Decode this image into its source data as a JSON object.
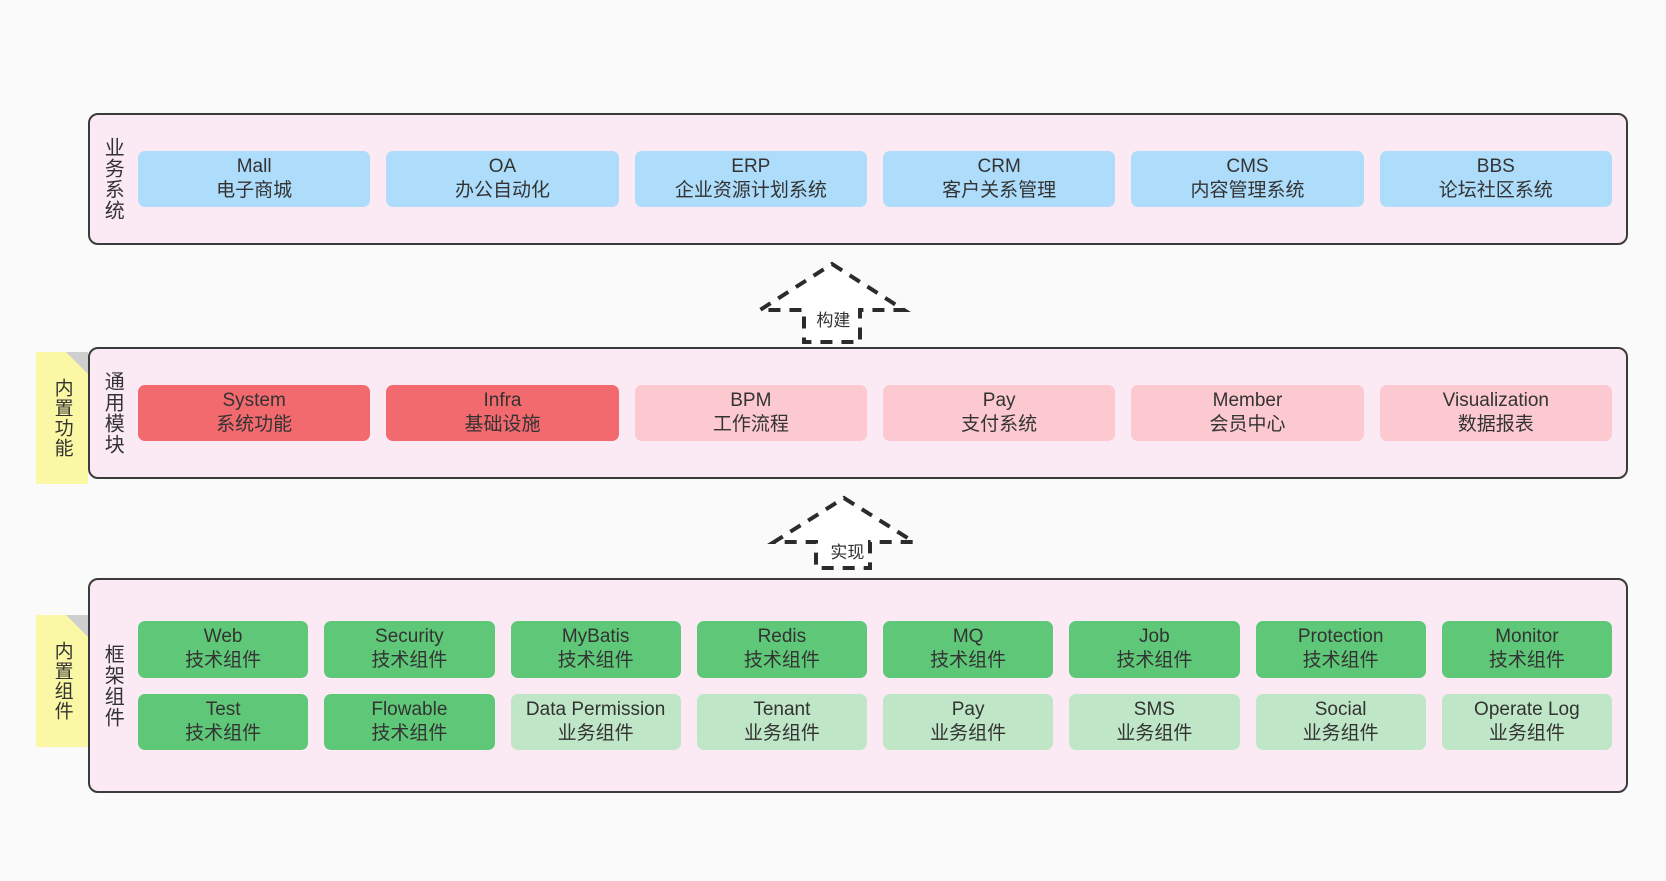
{
  "diagram": {
    "background_color": "#fafafa",
    "layer_fill": "#fbeaf4",
    "layer_border": "#3b3b3b",
    "note_color": "#fbf8a5",
    "colors": {
      "blue": "#aeddfb",
      "red": "#f2696e",
      "pink": "#fbc9cf",
      "green": "#5fc878",
      "light_green": "#bfe6c6"
    }
  },
  "notes": [
    {
      "id": "common",
      "text": "内置功能"
    },
    {
      "id": "framework",
      "text": "内置组件"
    }
  ],
  "arrows": [
    {
      "id": "build",
      "label": "构建",
      "style": "dashed-hollow-up"
    },
    {
      "id": "impl",
      "label": "实现",
      "style": "dashed-hollow-up"
    }
  ],
  "layers": [
    {
      "id": "business",
      "label": "业务系统",
      "rows": [
        {
          "cards": [
            {
              "title": "Mall",
              "subtitle": "电子商城",
              "color": "blue"
            },
            {
              "title": "OA",
              "subtitle": "办公自动化",
              "color": "blue"
            },
            {
              "title": "ERP",
              "subtitle": "企业资源计划系统",
              "color": "blue"
            },
            {
              "title": "CRM",
              "subtitle": "客户关系管理",
              "color": "blue"
            },
            {
              "title": "CMS",
              "subtitle": "内容管理系统",
              "color": "blue"
            },
            {
              "title": "BBS",
              "subtitle": "论坛社区系统",
              "color": "blue"
            }
          ]
        }
      ]
    },
    {
      "id": "common",
      "label": "通用模块",
      "rows": [
        {
          "cards": [
            {
              "title": "System",
              "subtitle": "系统功能",
              "color": "red"
            },
            {
              "title": "Infra",
              "subtitle": "基础设施",
              "color": "red"
            },
            {
              "title": "BPM",
              "subtitle": "工作流程",
              "color": "pink"
            },
            {
              "title": "Pay",
              "subtitle": "支付系统",
              "color": "pink"
            },
            {
              "title": "Member",
              "subtitle": "会员中心",
              "color": "pink"
            },
            {
              "title": "Visualization",
              "subtitle": "数据报表",
              "color": "pink"
            }
          ]
        }
      ]
    },
    {
      "id": "framework",
      "label": "框架组件",
      "rows": [
        {
          "cards": [
            {
              "title": "Web",
              "subtitle": "技术组件",
              "color": "green"
            },
            {
              "title": "Security",
              "subtitle": "技术组件",
              "color": "green"
            },
            {
              "title": "MyBatis",
              "subtitle": "技术组件",
              "color": "green"
            },
            {
              "title": "Redis",
              "subtitle": "技术组件",
              "color": "green"
            },
            {
              "title": "MQ",
              "subtitle": "技术组件",
              "color": "green"
            },
            {
              "title": "Job",
              "subtitle": "技术组件",
              "color": "green"
            },
            {
              "title": "Protection",
              "subtitle": "技术组件",
              "color": "green"
            },
            {
              "title": "Monitor",
              "subtitle": "技术组件",
              "color": "green"
            }
          ]
        },
        {
          "cards": [
            {
              "title": "Test",
              "subtitle": "技术组件",
              "color": "green"
            },
            {
              "title": "Flowable",
              "subtitle": "技术组件",
              "color": "green"
            },
            {
              "title": "Data Permission",
              "subtitle": "业务组件",
              "color": "light_green"
            },
            {
              "title": "Tenant",
              "subtitle": "业务组件",
              "color": "light_green"
            },
            {
              "title": "Pay",
              "subtitle": "业务组件",
              "color": "light_green"
            },
            {
              "title": "SMS",
              "subtitle": "业务组件",
              "color": "light_green"
            },
            {
              "title": "Social",
              "subtitle": "业务组件",
              "color": "light_green"
            },
            {
              "title": "Operate Log",
              "subtitle": "业务组件",
              "color": "light_green"
            }
          ]
        }
      ]
    }
  ]
}
